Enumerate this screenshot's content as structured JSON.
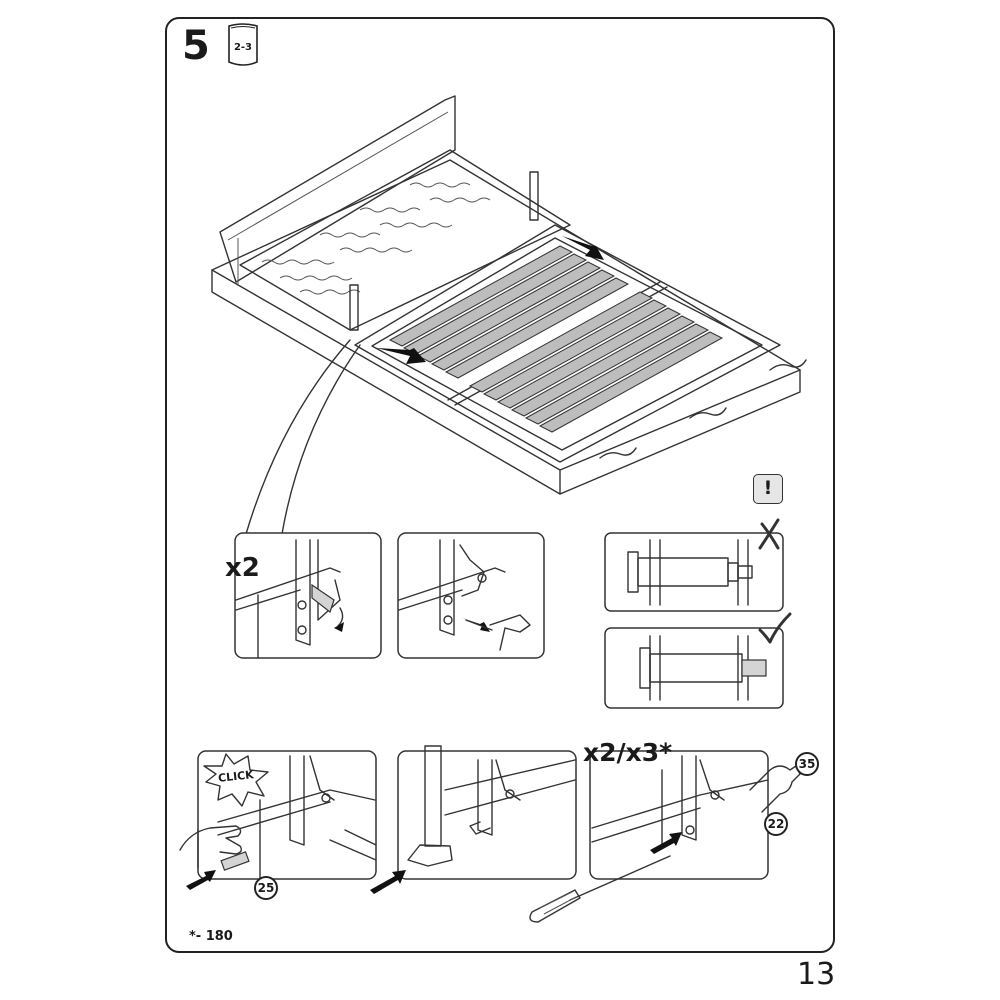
{
  "step": {
    "number": "5",
    "people_badge": "2-3"
  },
  "quantities": {
    "panel_top": "x2",
    "panel_bottom": "x2/x3*"
  },
  "click_label": "CLICK",
  "parts": {
    "bolt": "25",
    "wrench": "35",
    "nut": "22"
  },
  "warning_symbol": "!",
  "verdicts": {
    "wrong": "✗",
    "right": "✓"
  },
  "footnote": "*- 180",
  "page_number": "13",
  "colors": {
    "ink": "#1a1a1a",
    "slat_grey": "#bdbdbd",
    "panel_border": "#333333"
  }
}
